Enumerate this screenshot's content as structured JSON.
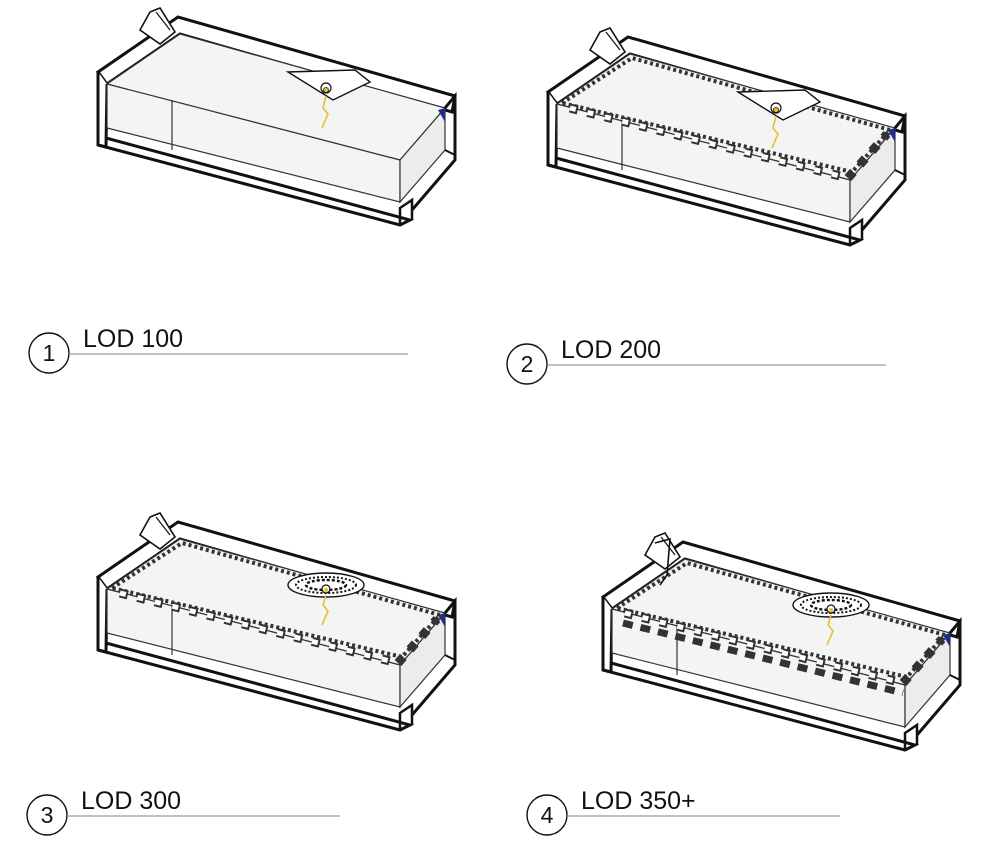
{
  "colors": {
    "line": "#111111",
    "face": "#f4f4f4",
    "rule": "#9a9a9a",
    "fixture_gold": "#e8c030",
    "accent_blue": "#1e2a8c"
  },
  "views": [
    {
      "number": "1",
      "label": "LOD 100",
      "detail": "none"
    },
    {
      "number": "2",
      "label": "LOD 200",
      "detail": "dentils"
    },
    {
      "number": "3",
      "label": "LOD 300",
      "detail": "dentils-medallion"
    },
    {
      "number": "4",
      "label": "LOD 350+",
      "detail": "full"
    }
  ]
}
